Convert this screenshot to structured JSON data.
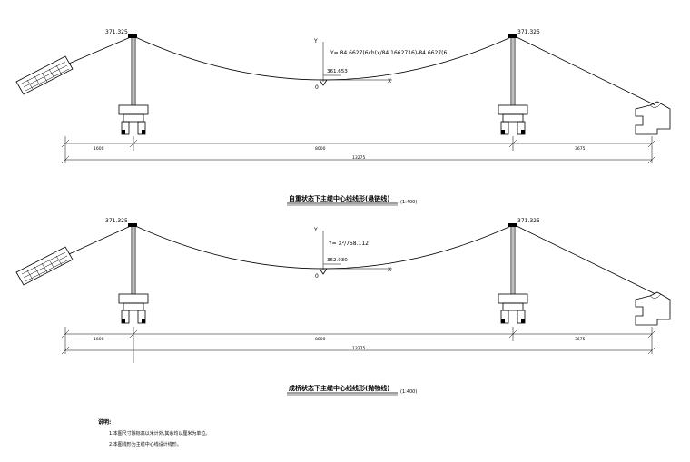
{
  "views": [
    {
      "title": "自重状态下主缆中心线线形(悬链线)",
      "scale": "(1:400)",
      "equation": "Y= 84.6627(6ch(x/84.1662716)-84.6627(6",
      "tower_top_left": "371.325",
      "tower_top_right": "371.325",
      "midspan_elevation": "361.653",
      "origin_label": "0",
      "axis_x": "X",
      "axis_y": "Y",
      "dimensions": {
        "left_span": "1600",
        "main_span": "8000",
        "right_span": "3675",
        "total": "13275"
      }
    },
    {
      "title": "成桥状态下主缆中心线线形(抛物线)",
      "scale": "(1:400)",
      "equation": "Y= X²/758.112",
      "tower_top_left": "371.325",
      "tower_top_right": "371.325",
      "midspan_elevation": "362.030",
      "origin_label": "0",
      "axis_x": "X",
      "axis_y": "Y",
      "dimensions": {
        "left_span": "1600",
        "main_span": "8000",
        "right_span": "3675",
        "total": "13275"
      }
    }
  ],
  "notes": {
    "heading": "说明:",
    "items": [
      "1.本图尺寸除标高以米计外,其余均以厘米为单位。",
      "2.本图线形为主缆中心线设计线形。"
    ]
  }
}
